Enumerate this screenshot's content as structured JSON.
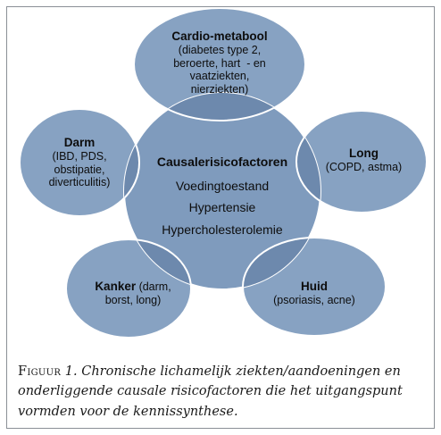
{
  "diagram": {
    "center": {
      "title": "Causalerisicofactoren",
      "items": [
        "Voedingtoestand",
        "Hypertensie",
        "Hypercholesterolemie"
      ]
    },
    "nodes": {
      "cardio": {
        "title": "Cardio-metabool",
        "sub": [
          "(diabetes type 2,",
          "beroerte, hart  - en",
          "vaatziekten,",
          "nierziekten)"
        ]
      },
      "darm": {
        "title": "Darm",
        "sub": [
          "(IBD, PDS,",
          "obstipatie,",
          "diverticulitis)"
        ]
      },
      "long": {
        "title": "Long",
        "sub": [
          "(COPD, astma)"
        ]
      },
      "kanker": {
        "title_prefix": "Kanker",
        "title_suffix": " (darm,",
        "sub": [
          "borst, long)"
        ]
      },
      "huid": {
        "title": "Huid",
        "sub": [
          "(psoriasis, acne)"
        ]
      }
    },
    "colors": {
      "fill": "#7f9bbd",
      "fill_outer": "#87a2c2",
      "overlap": "#6d89ad",
      "stroke": "#ffffff"
    }
  },
  "caption": {
    "label": "Figuur",
    "number": "1.",
    "text": "Chronische lichamelijk ziekten/aandoeningen en onderliggende causale risicofactoren die het uitgangspunt vormden voor de kennissynthese."
  }
}
